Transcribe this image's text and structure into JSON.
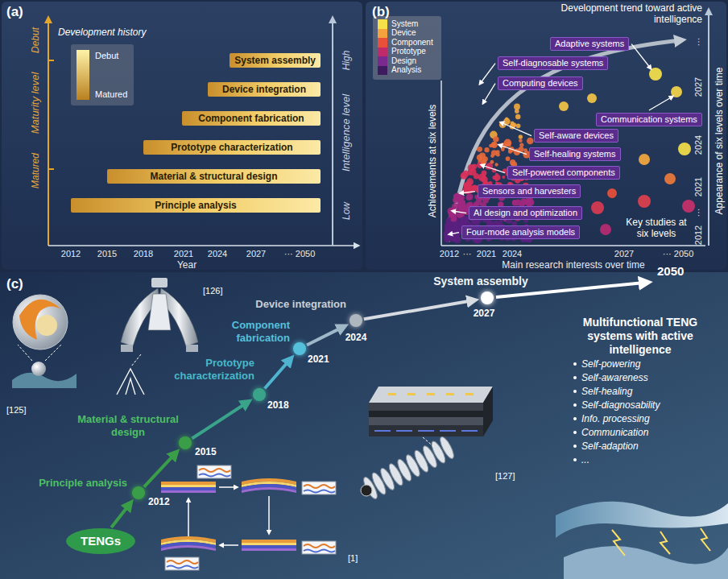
{
  "diagram": {
    "nodes": [
      {
        "text": [
          "System assembly"
        ]
      },
      {
        "text": [
          "Device integration"
        ]
      },
      {
        "text": [
          "Component fabrication"
        ]
      },
      {
        "text": [
          "Prototype characterization"
        ]
      },
      {
        "text": [
          "Material & structural design"
        ]
      },
      {
        "text": [
          "Principle analysis"
        ]
      },
      {
        "text": [
          "Adaptive systems"
        ]
      },
      {
        "text": [
          "Self-diagnosable systems"
        ]
      },
      {
        "text": [
          "Computing devices"
        ]
      },
      {
        "text": [
          "Communication systems"
        ]
      },
      {
        "text": [
          "Self-aware devices"
        ]
      },
      {
        "text": [
          "Self-healing systems"
        ]
      },
      {
        "text": [
          "Self-powered components"
        ]
      },
      {
        "text": [
          "Sensors and harvesters"
        ]
      },
      {
        "text": [
          "AI design and optimization"
        ]
      },
      {
        "text": [
          "Four-mode analysis models"
        ]
      },
      {
        "text": [
          "TENGs"
        ]
      },
      {
        "text": [
          "Principle analysis",
          "2012"
        ]
      },
      {
        "text": [
          "Material & structural design",
          "2015"
        ]
      },
      {
        "text": [
          "Prototype characterization",
          "2018"
        ]
      },
      {
        "text": [
          "Component fabrication",
          "2021"
        ]
      },
      {
        "text": [
          "Device integration",
          "2024"
        ]
      },
      {
        "text": [
          "System assembly",
          "2027"
        ]
      }
    ],
    "edges": [
      {
        "from": 16,
        "to": 17,
        "arrow": "to"
      },
      {
        "from": 17,
        "to": 18,
        "arrow": "to"
      },
      {
        "from": 18,
        "to": 19,
        "arrow": "to"
      },
      {
        "from": 19,
        "to": 20,
        "arrow": "to"
      },
      {
        "from": 20,
        "to": 21,
        "arrow": "to"
      },
      {
        "from": 21,
        "to": 22,
        "arrow": "to"
      }
    ],
    "labels": [
      "(a)",
      "Development history",
      "Maturity level",
      "Debut",
      "Matured",
      "Intelligence level",
      "High",
      "Low",
      "2012",
      "2015",
      "2018",
      "2021",
      "2024",
      "2027",
      "··· 2050",
      "Year",
      "(b)",
      "Development trend toward active intelligence",
      "Achievements at six levels",
      "Appearance of six levels over time",
      "2012",
      "···",
      "2021",
      "2024",
      "2027",
      "···",
      "2012",
      "···",
      "2021",
      "2024",
      "2027",
      "··· 2050",
      "Main research interests over time",
      "Key studies at six levels",
      "(c)",
      "[126]",
      "[125]",
      "[127]",
      "[1]",
      "2050",
      "Multifunctional TENG systems with active intelligence",
      "Self-powering",
      "Self-awareness",
      "Self-healing",
      "Self-diagnosability",
      "Info. processing",
      "Communication",
      "Self-adaption",
      "..."
    ],
    "legend": [
      {
        "text": "Debut"
      },
      {
        "text": "Matured"
      },
      {
        "text": "System",
        "color": "#f5e04a"
      },
      {
        "text": "Device",
        "color": "#f4a23c"
      },
      {
        "text": "Component",
        "color": "#e8503a"
      },
      {
        "text": "Prototype",
        "color": "#c02a6a"
      },
      {
        "text": "Design",
        "color": "#7a2a8e"
      },
      {
        "text": "Analysis",
        "color": "#3e1a5e"
      }
    ]
  }
}
